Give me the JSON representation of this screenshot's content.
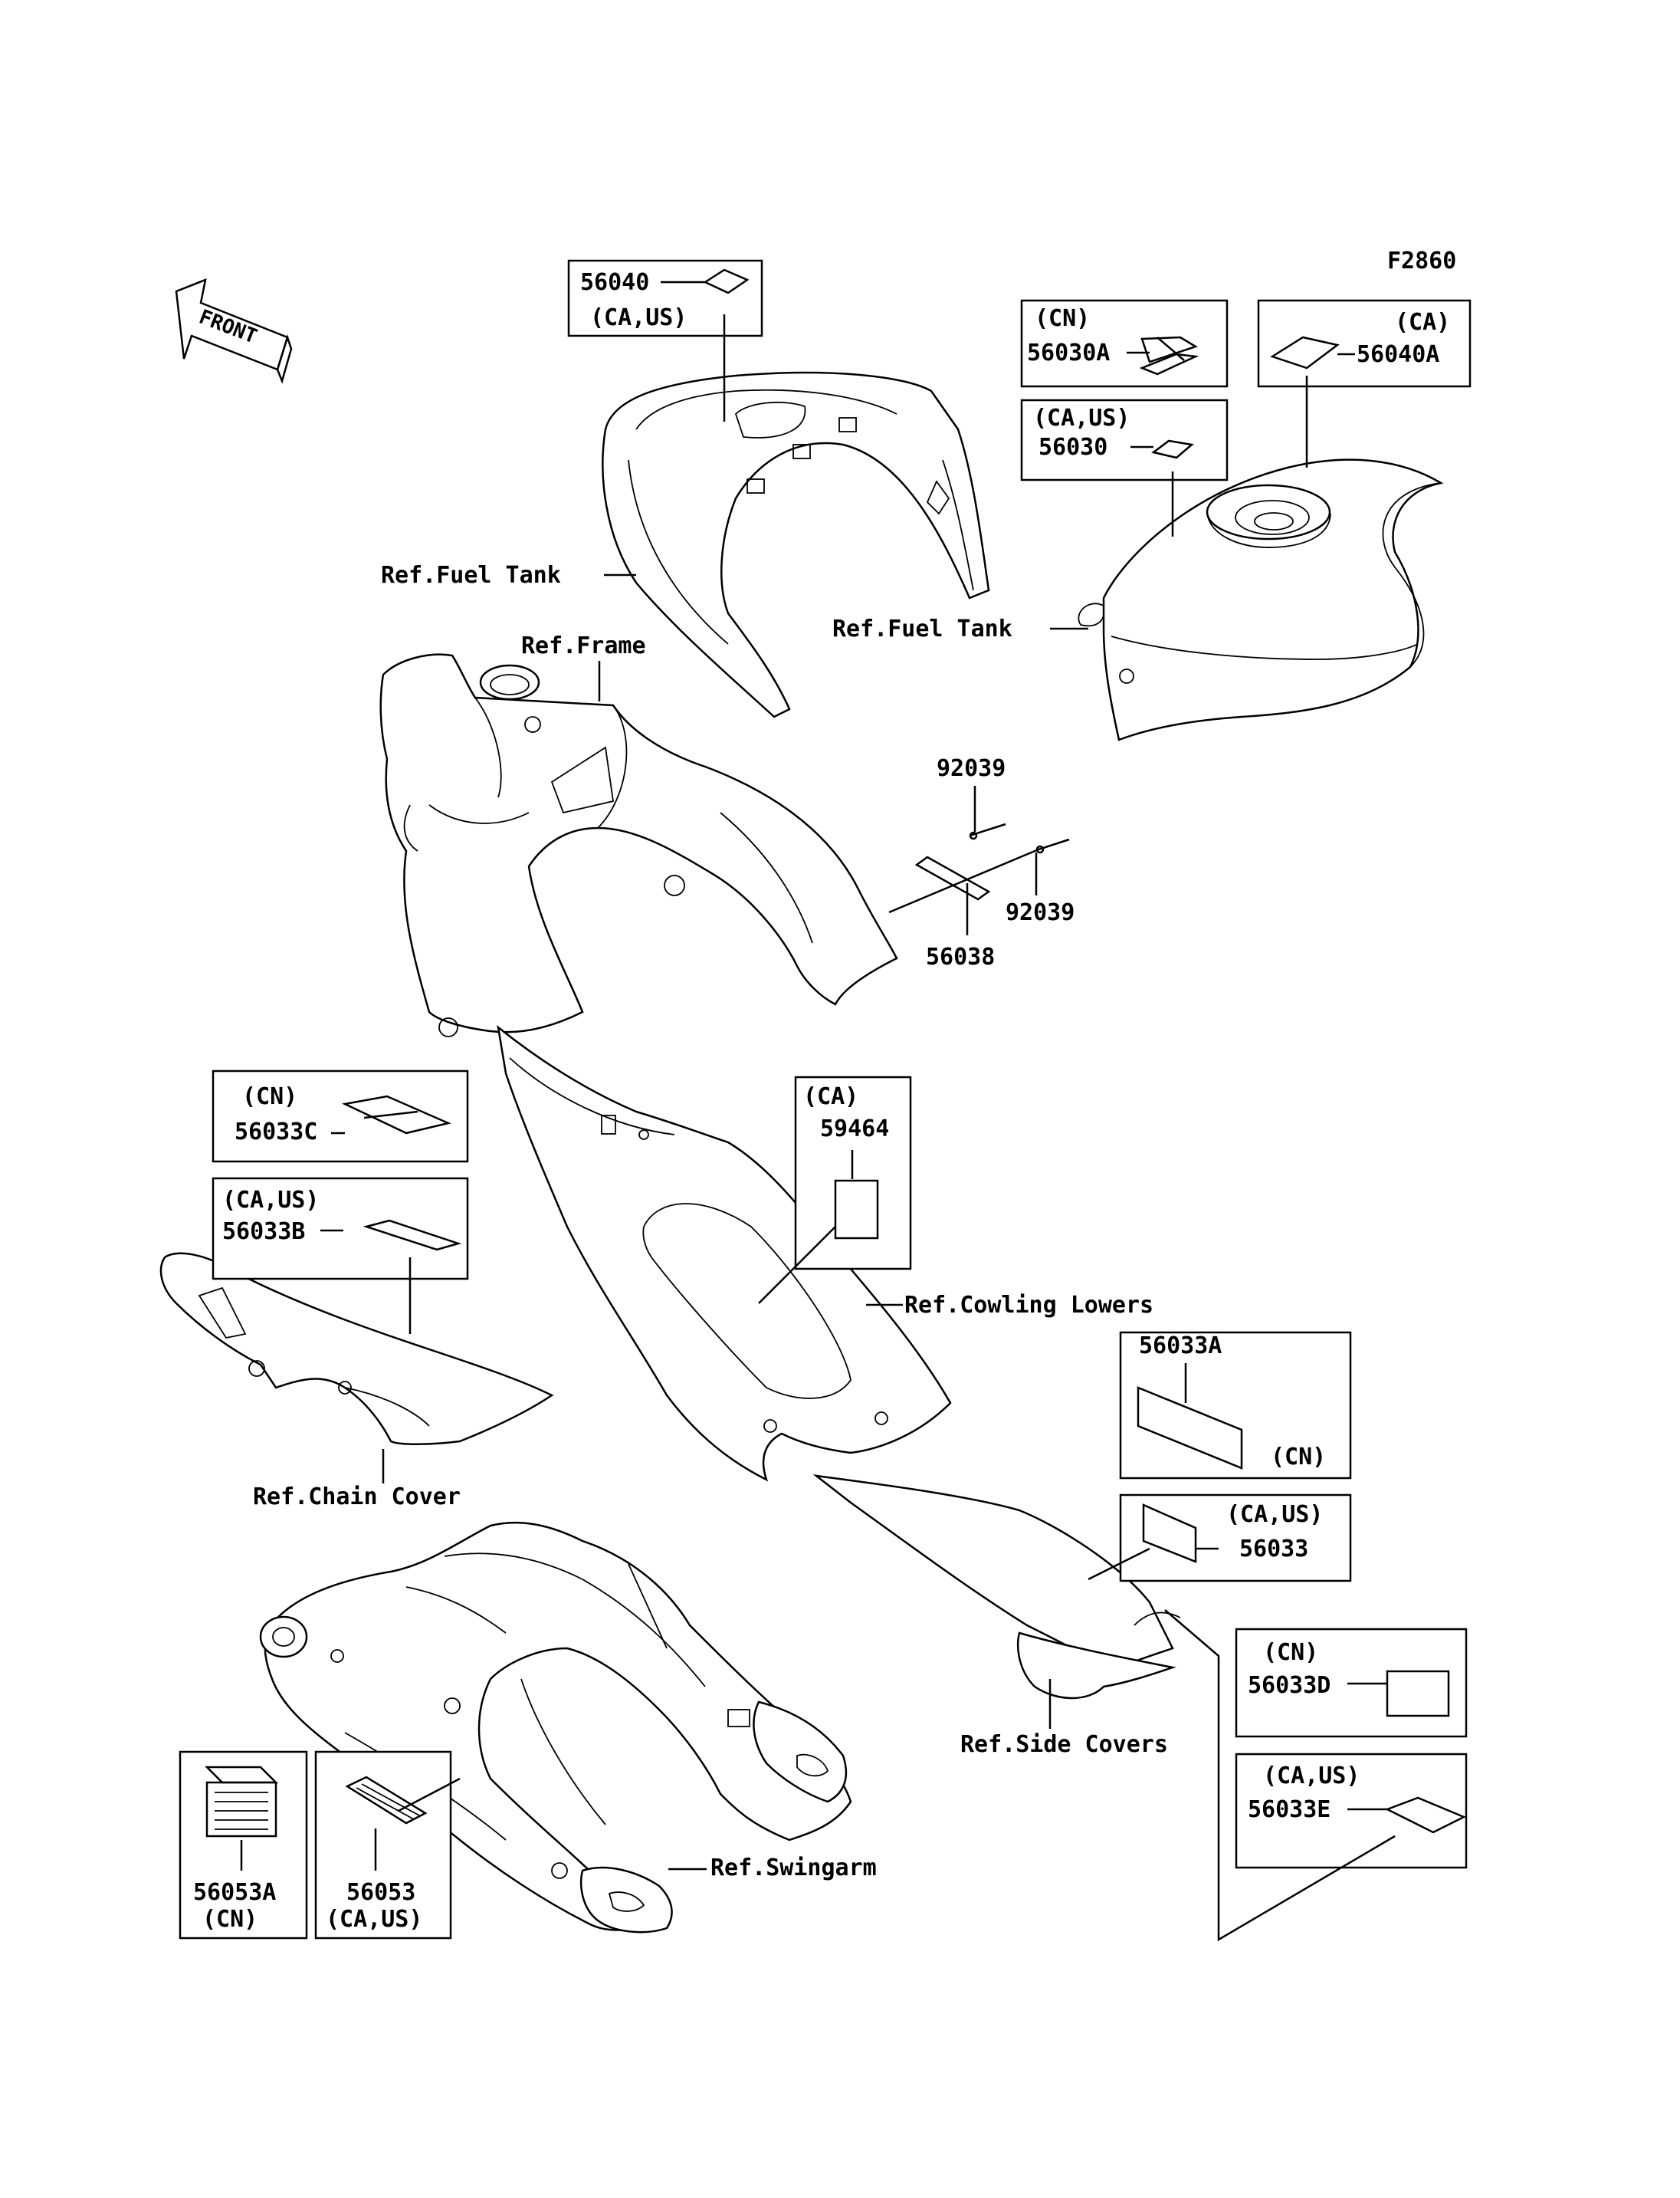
{
  "figure_code": "F2860",
  "front_label": "FRONT",
  "callouts": {
    "p56040": {
      "number": "56040",
      "market": "(CA,US)"
    },
    "p56030A": {
      "number": "56030A",
      "market": "(CN)"
    },
    "p56040A": {
      "number": "56040A",
      "market": "(CA)"
    },
    "p56030": {
      "number": "56030",
      "market": "(CA,US)"
    },
    "p92039a": {
      "number": "92039"
    },
    "p92039b": {
      "number": "92039"
    },
    "p56038": {
      "number": "56038"
    },
    "p56033C": {
      "number": "56033C",
      "market": "(CN)"
    },
    "p56033B": {
      "number": "56033B",
      "market": "(CA,US)"
    },
    "p59464": {
      "number": "59464",
      "market": "(CA)"
    },
    "p56033A": {
      "number": "56033A",
      "market": "(CN)"
    },
    "p56033": {
      "number": "56033",
      "market": "(CA,US)"
    },
    "p56033D": {
      "number": "56033D",
      "market": "(CN)"
    },
    "p56033E": {
      "number": "56033E",
      "market": "(CA,US)"
    },
    "p56053A": {
      "number": "56053A",
      "market": "(CN)"
    },
    "p56053": {
      "number": "56053",
      "market": "(CA,US)"
    }
  },
  "references": {
    "fuel_tank_left": "Ref.Fuel Tank",
    "fuel_tank_right": "Ref.Fuel Tank",
    "frame": "Ref.Frame",
    "cowling_lowers": "Ref.Cowling Lowers",
    "chain_cover": "Ref.Chain Cover",
    "side_covers": "Ref.Side Covers",
    "swingarm": "Ref.Swingarm"
  }
}
